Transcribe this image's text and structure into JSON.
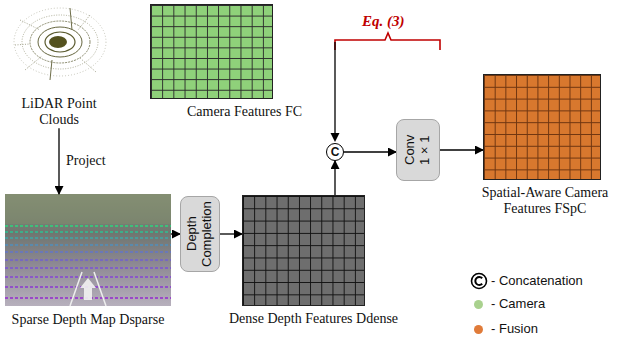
{
  "diagram": {
    "nodes": [
      {
        "text": [
          "LiDAR Point Clouds"
        ]
      },
      {
        "text": [
          "Camera Features FC"
        ]
      },
      {
        "text": [
          "Sparse Depth Map Dsparse"
        ]
      },
      {
        "text": [
          "Depth Completion"
        ]
      },
      {
        "text": [
          "Dense Depth Features Ddense"
        ]
      },
      {
        "text": [
          "C"
        ]
      },
      {
        "text": [
          "Conv 1×1"
        ]
      },
      {
        "text": [
          "Spatial-Aware Camera Features FSpC"
        ]
      }
    ],
    "edges": [
      {
        "from": 0,
        "to": 2,
        "arrow": "to",
        "label": "Project"
      },
      {
        "from": 2,
        "to": 3,
        "arrow": "to"
      },
      {
        "from": 3,
        "to": 4,
        "arrow": "to"
      },
      {
        "from": 4,
        "to": 5,
        "arrow": "to"
      },
      {
        "from": 5,
        "to": 6,
        "arrow": "to"
      },
      {
        "from": 6,
        "to": 7,
        "arrow": "to"
      }
    ],
    "labels": [
      "Eq. (3)"
    ],
    "legend": [
      {
        "text": "- Concatenation"
      },
      {
        "text": "- Camera",
        "color": "#a9d18e"
      },
      {
        "text": "- Fusion",
        "color": "#e07b39"
      }
    ]
  }
}
